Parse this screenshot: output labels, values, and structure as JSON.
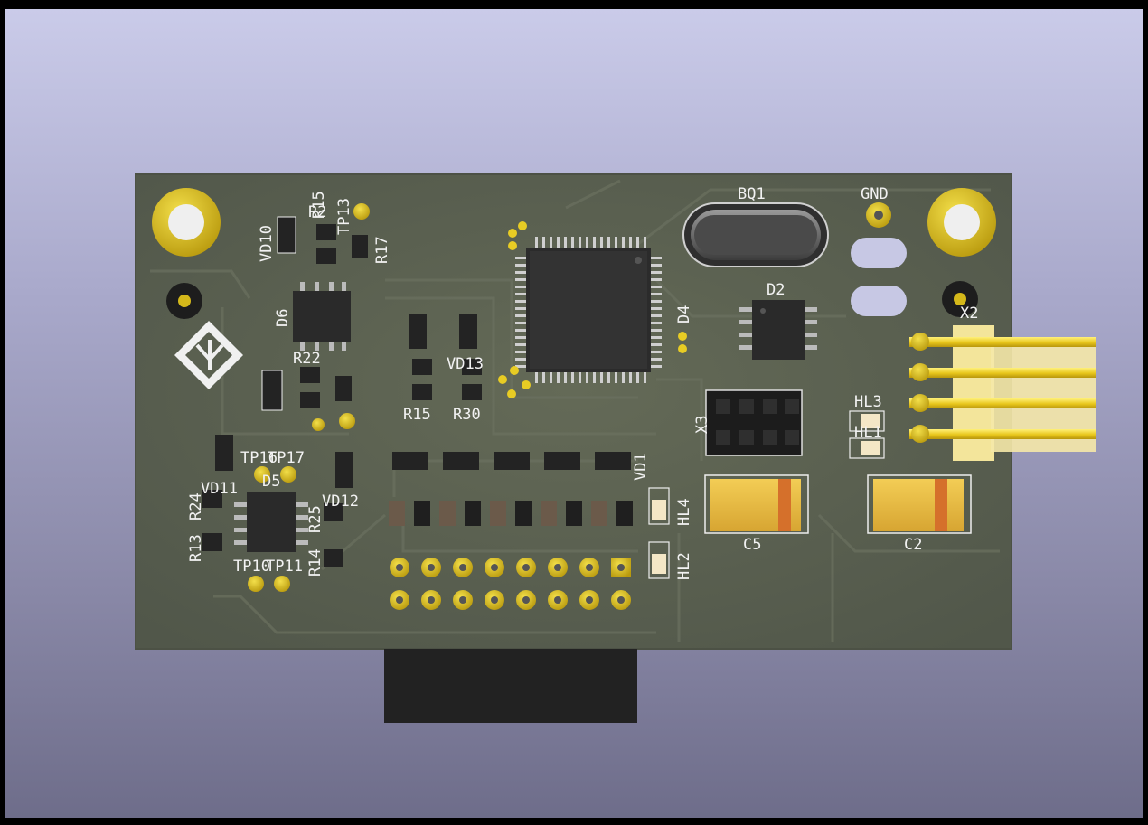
{
  "colors": {
    "background_top": "#cacbe9",
    "background_bottom": "#6e6d8a",
    "board": "#5a6050",
    "silkscreen": "#f2f2f2",
    "gold": "#d4b81a",
    "header_pins": "#e8c61b",
    "header_body": "#f3e59b",
    "capacitor_body": "#e9b93c",
    "capacitor_stripe": "#d5702b"
  },
  "silkscreen_labels": [
    {
      "id": "BQ1",
      "text": "BQ1"
    },
    {
      "id": "GND",
      "text": "GND"
    },
    {
      "id": "X2",
      "text": "X2"
    },
    {
      "id": "D2",
      "text": "D2"
    },
    {
      "id": "D4",
      "text": "D4"
    },
    {
      "id": "D5",
      "text": "D5"
    },
    {
      "id": "D6",
      "text": "D6"
    },
    {
      "id": "X3",
      "text": "X3"
    },
    {
      "id": "HL1",
      "text": "HL1"
    },
    {
      "id": "HL2",
      "text": "HL2"
    },
    {
      "id": "HL3",
      "text": "HL3"
    },
    {
      "id": "HL4",
      "text": "HL4"
    },
    {
      "id": "C2",
      "text": "C2"
    },
    {
      "id": "C5",
      "text": "C5"
    },
    {
      "id": "VD10",
      "text": "VD10"
    },
    {
      "id": "VD11",
      "text": "VD11"
    },
    {
      "id": "VD12",
      "text": "VD12"
    },
    {
      "id": "VD1",
      "text": "VD1"
    },
    {
      "id": "VD13",
      "text": "VD13"
    },
    {
      "id": "R15",
      "text": "R15"
    },
    {
      "id": "R30",
      "text": "R30"
    },
    {
      "id": "R17",
      "text": "R17"
    },
    {
      "id": "R22",
      "text": "R22"
    },
    {
      "id": "R24",
      "text": "R24"
    },
    {
      "id": "R13",
      "text": "R13"
    },
    {
      "id": "R14",
      "text": "R14"
    },
    {
      "id": "R25",
      "text": "R25"
    },
    {
      "id": "TP16",
      "text": "TP16"
    },
    {
      "id": "TP17",
      "text": "TP17"
    },
    {
      "id": "TP10",
      "text": "TP10"
    },
    {
      "id": "TP11",
      "text": "TP11"
    },
    {
      "id": "R2",
      "text": "R2"
    },
    {
      "id": "R15_top",
      "text": "R15"
    },
    {
      "id": "TP13",
      "text": "TP13"
    }
  ]
}
